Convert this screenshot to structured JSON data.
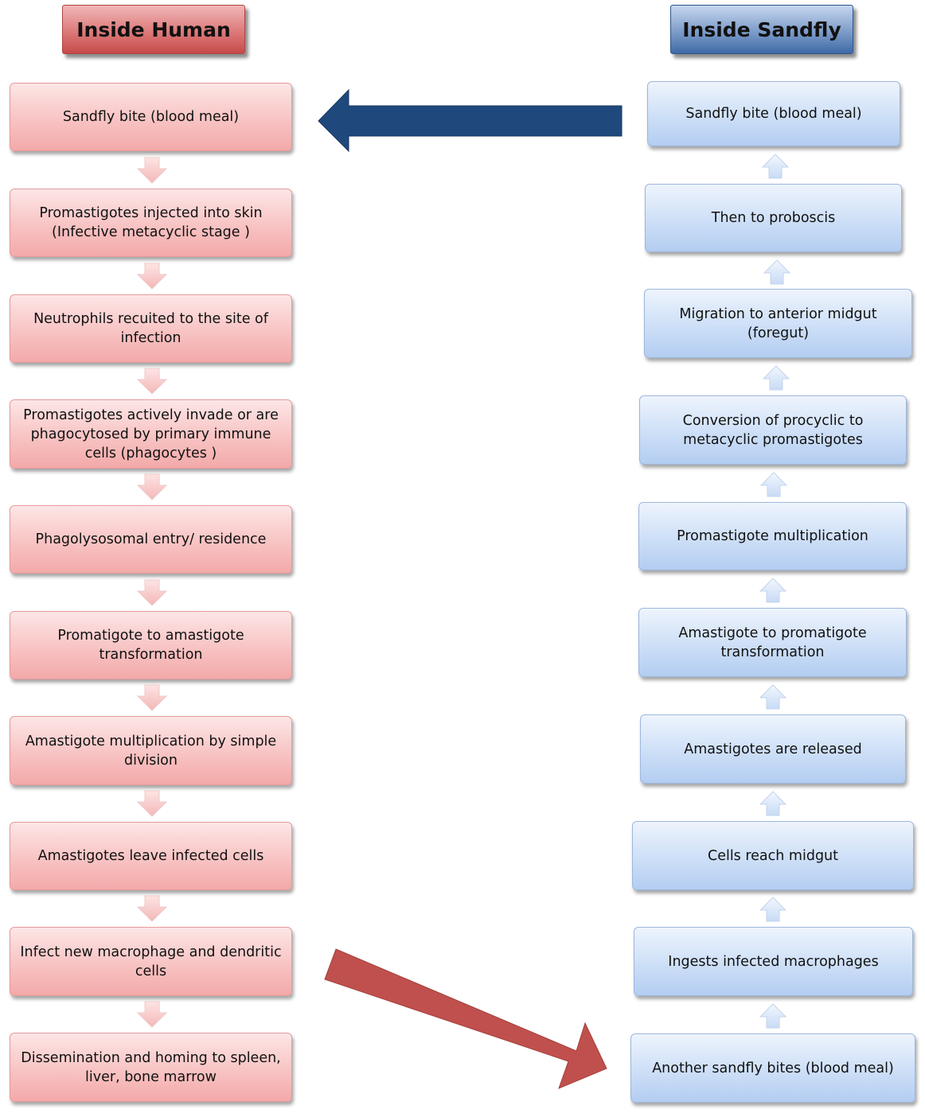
{
  "headers": {
    "human": "Inside Human",
    "sandfly": "Inside Sandfly"
  },
  "human_steps": [
    "Sandfly  bite (blood meal)",
    "Promastigotes injected into skin\n(Infective metacyclic stage )",
    "Neutrophils recuited to the site of\ninfection",
    "Promastigotes actively invade or are\nphagocytosed by primary immune\ncells (phagocytes )",
    "Phagolysosomal entry/ residence",
    "Promatigote to amastigote\ntransformation",
    "Amastigote multiplication by simple\ndivision",
    "Amastigotes leave infected cells",
    "Infect new macrophage and dendritic\ncells",
    "Dissemination and homing  to spleen,\nliver, bone marrow"
  ],
  "sandfly_steps": [
    "Sandfly bite (blood meal)",
    "Then to proboscis",
    "Migration to anterior midgut\n(foregut)",
    "Conversion of procyclic to\nmetacyclic promastigotes",
    "Promastigote  multiplication",
    "Amastigote to promatigote\ntransformation",
    "Amastigotes are released",
    "Cells reach midgut",
    "Ingests infected macrophages",
    "Another  sandfly bites (blood meal)"
  ],
  "colors": {
    "human_accent": "#c0504d",
    "sandfly_accent": "#1f497d",
    "human_small_arrow": "#f4c4c4",
    "sandfly_small_arrow": "#d7e4f6"
  }
}
